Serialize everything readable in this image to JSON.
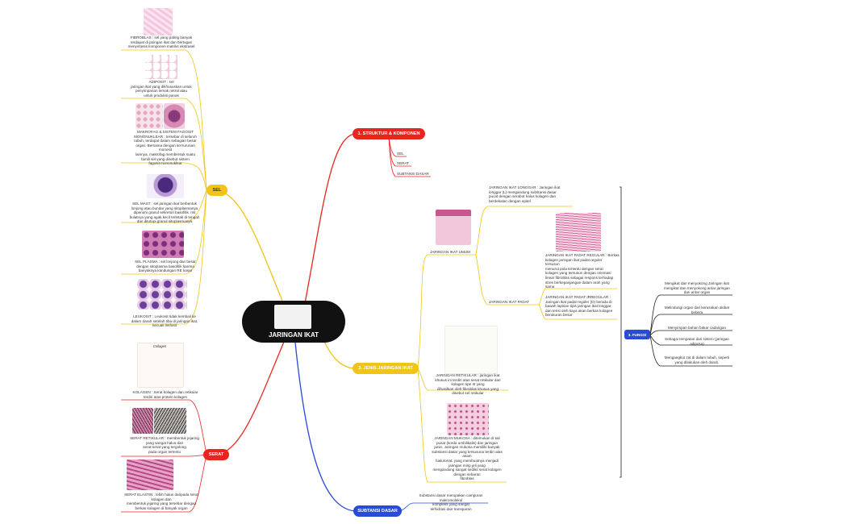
{
  "central": {
    "title": "JARINGAN IKAT"
  },
  "branches": {
    "sel": "SEL",
    "serat": "SERAT",
    "struktur": "1. STRUKTUR & KOMPONEN",
    "jenis": "2. JENIS JARINGAN IKAT",
    "substansi": "SUBTANSI DASAR",
    "fungsi": "3. FUNGSI"
  },
  "sel_items": {
    "fibroblas": "FIBROBLAS : sel yang paling banyak\nterdapat di jaringan ikat dan bertugas\nmenyintesis komponen matriks ekstrasel",
    "adiposit": "ADIPOSIT : sel\njaringan ikat yang dikhususkan untuk\npenyimpanan lemak netral atau\nuntuk produksi panas",
    "makrofag": "MAKROFAG & SISTEM FAGOSIT\nMONONUKLEAR : tersebar di seluruh\ntubuh, terdapat dalam sebagian besar\norgan. Bersama dengan sel turunan\nmonosit\nlainnya, makrofag membentuk suatu\nfamili sel yang disebut sistem\nfagosit mononuklear",
    "mast": "SEL MAST : sel jaringan ikat berbentuk\nlonjong atau bundar yang sitoplasmanya\ndipenuhi granul sekretori basofilik. Inti\nbulatnya yang agak kecil terletak di tengah\ndan ditutupi granul sitoplasmanya",
    "plasma": "SEL PLASMA : sel lonjong dan besar\ndengan sitoplasma basofilik karena\nbanyaknya kandungan RE kasar",
    "leukosit": "LEUKOSIT : Leukosit tidak kembali ke\ndalam darah setelah tiba di jaringan ikat,\nkecuali limfosit"
  },
  "serat_items": {
    "collagen_title": "Collagen",
    "kolagen": "KOLAGEN : Serat kolagen dan retikular\nterdiri atas protein kolagen",
    "retikular": "SERAT RETIKULAR : membentuk jejaring\nyang sangat halus dari\nserat-serat yang tergolong\npada organ tertentu",
    "elastin": "SERAT ELASTIN : lebih halus daripada serat\nkolagen dan\nmembentuk jejaring yang tersebar dengan\nberkas kolagen di banyak organ"
  },
  "struktur_items": [
    "SEL",
    "SERAT",
    "SUBTANSI DASAR"
  ],
  "jenis_items": {
    "umum": "JARINGAN IKAT UMUM",
    "longgar": "JARINGAN IKAT LONGGAR : Jaringan ikat\nlonggar (L) mengandung substansi dasar\npucat dengan serabut halus kolagen dan\nberdekatan dengan epitel",
    "padat": "JARINGAN IKAT PADAT",
    "reguler": "JARINGAN IKAT PADAT REGULAR : Berkas\nkolagen jaringan ikat padat reguler\ntersusun\nmenurut pola tertentu dengan serat\nkolagen yang tersusun dengan orientasi\nlinear fibroblas sebagai respons terhadap\nstres berkepanjangan dalam arah yang\nsama",
    "ireguler": "JARINGAN IKAT PADAT IRREGULAR :\nJaringan ikat padat reguler (D) berada di\nbawah lapisan tipis jaringan ikat longgar\ndan terisi oleh kaya akan berkas kolagen\nberukuran besar",
    "retikular": "JARINGAN RETIKULAR : jaringan ikat\nkhusus ini terdiri atas serat retikular dari\nkolagen tipe III yang\ndihasilkan oleh fibroblas khusus yang\ndisebut sel retikular",
    "mukosa": "JARINGAN MUKOSA : ditemukan di tali\npusat (korda umbilikalis) dan jaringan\njanin. Jaringan mukosa memiliki banyak\nsubstansi dasar yang tersusuna terdiri atas\nasam\nhialuronat, yang membuatnya menjadi\njaringan mirip jeli yang\nmengandung sangat sedikit serat kolagen\ndengan sebaran\nfibroblas"
  },
  "substansi_text": "Substansi dasar merupakan campuran\nmakromolekul\nkompleks yang sangat\nterhidrasi dan transparan",
  "fungsi_items": [
    "Mengikat dan menyokong Jaringan ikat\nmengikat dan menyokong antar jaringan\ndan antar organ",
    "Melindungi organ dari kerusakan akibat\nbebera",
    "Menyimpan bahan bakar cadangan",
    "Sebagai tempatan dari sistem (jaringan\nadiposa)",
    "Mengangkut zat di dalam tubuh, seperti\nyang dilakukan oleh darah."
  ],
  "colors": {
    "sel": "#f0c419",
    "serat": "#e8261f",
    "struktur": "#e8261f",
    "jenis": "#f0c419",
    "substansi": "#2a4bd8",
    "fungsi": "#2a4bd8",
    "central": "#111111"
  }
}
